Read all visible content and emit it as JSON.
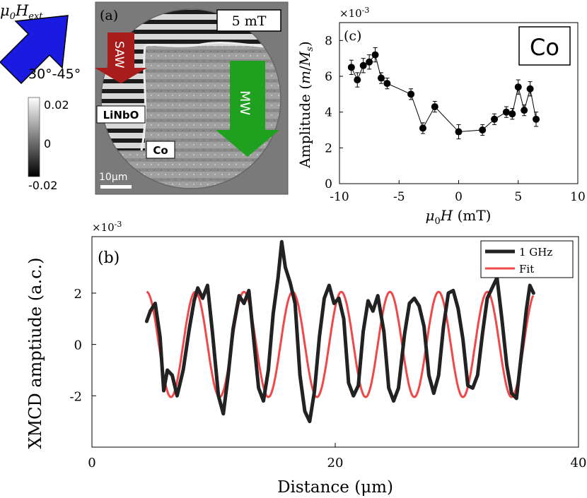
{
  "field_label": {
    "base": "μ",
    "sub0": "0",
    "H": "H",
    "sub_ext": "ext"
  },
  "angle_label": "30°-45°",
  "colorbar": {
    "max": "0.02",
    "mid": "0",
    "min": "-0.02"
  },
  "image_panel": {
    "label": "(a)",
    "field_value": "5 mT",
    "saw_label": "SAW",
    "mw_label": "MW",
    "substrate_label": "LiNbO",
    "film_label": "Co",
    "scalebar_label": "10μm"
  },
  "colors": {
    "field_arrow": "#1a1ae0",
    "saw_arrow": "#a81c1c",
    "mw_arrow": "#1fa01f",
    "panel_bg": "#7a7a7a",
    "fit_line": "#f04848",
    "data_line": "#222222"
  },
  "chart_data": [
    {
      "type": "scatter",
      "panel_label": "(c)",
      "material_label": "Co",
      "multiplier_label": "×10",
      "multiplier_exp": "-3",
      "xlabel": "μ0H (mT)",
      "ylabel": "Amplitude (m/Ms)",
      "xlim": [
        -10,
        10
      ],
      "ylim": [
        0,
        9
      ],
      "xticks": [
        "-10",
        "-5",
        "0",
        "5",
        "10"
      ],
      "yticks": [
        "0",
        "2",
        "4",
        "6",
        "8"
      ],
      "x": [
        -9,
        -8.5,
        -8,
        -7.5,
        -7,
        -6.5,
        -6,
        -4,
        -3,
        -2,
        0,
        2,
        3,
        4,
        4.5,
        5,
        5.5,
        6,
        6.5
      ],
      "y": [
        6.5,
        5.8,
        6.6,
        6.8,
        7.2,
        5.9,
        5.6,
        5.0,
        3.1,
        4.3,
        2.9,
        3.0,
        3.6,
        4.0,
        3.9,
        5.4,
        4.1,
        5.3,
        3.6
      ],
      "yerr": [
        0.4,
        0.4,
        0.4,
        0.4,
        0.4,
        0.3,
        0.3,
        0.3,
        0.3,
        0.3,
        0.4,
        0.3,
        0.3,
        0.3,
        0.3,
        0.4,
        0.3,
        0.4,
        0.4
      ]
    },
    {
      "type": "line",
      "panel_label": "(b)",
      "multiplier_label": "×10",
      "multiplier_exp": "-3",
      "xlabel": "Distance (μm)",
      "ylabel": "XMCD amptiude (a.c.)",
      "xlim": [
        0,
        40
      ],
      "ylim": [
        -4,
        4.2
      ],
      "xticks": [
        "0",
        "20",
        "40"
      ],
      "yticks": [
        "-2",
        "0",
        "2"
      ],
      "legend": {
        "position": "top-right",
        "entries": [
          "1 GHz",
          "Fit"
        ]
      },
      "series": [
        {
          "name": "1 GHz",
          "x": [
            4.5,
            4.8,
            5.2,
            5.6,
            5.9,
            6.2,
            6.6,
            7.0,
            7.5,
            8.0,
            8.4,
            8.7,
            9.1,
            9.5,
            9.9,
            10.4,
            10.8,
            11.2,
            11.6,
            12.1,
            12.5,
            12.9,
            13.3,
            13.7,
            14.1,
            14.5,
            14.9,
            15.3,
            15.6,
            15.9,
            16.3,
            16.7,
            17.1,
            17.5,
            17.9,
            18.3,
            18.7,
            19.1,
            19.5,
            19.9,
            20.3,
            20.7,
            21.1,
            21.5,
            21.9,
            22.3,
            22.7,
            23.1,
            23.5,
            24.0,
            24.4,
            24.8,
            25.2,
            25.7,
            26.1,
            26.5,
            26.9,
            27.3,
            27.7,
            28.1,
            28.5,
            28.9,
            29.3,
            29.7,
            30.1,
            30.5,
            30.9,
            31.3,
            31.7,
            32.1,
            32.5,
            32.9,
            33.3,
            33.7,
            34.1,
            34.5,
            34.9,
            35.3,
            35.7,
            36.0,
            36.3
          ],
          "y": [
            0.9,
            1.3,
            1.6,
            0.3,
            -1.8,
            -1.0,
            -1.2,
            -2.0,
            -1.0,
            0.6,
            1.7,
            2.2,
            1.8,
            2.3,
            0.5,
            -2.0,
            -2.7,
            -1.2,
            0.6,
            1.9,
            1.6,
            2.1,
            0.2,
            -1.7,
            -2.2,
            -1.0,
            1.2,
            2.6,
            4.0,
            3.0,
            2.4,
            1.6,
            -1.2,
            -2.6,
            -3.0,
            -1.8,
            0.3,
            1.8,
            2.3,
            1.6,
            1.8,
            1.0,
            -1.5,
            -2.0,
            -1.6,
            0.5,
            1.7,
            1.3,
            1.9,
            0.5,
            -1.7,
            -2.2,
            -1.7,
            0.4,
            1.6,
            1.8,
            1.5,
            0.7,
            -1.2,
            -1.9,
            -1.2,
            0.7,
            2.0,
            2.1,
            1.4,
            0.2,
            -1.6,
            -1.7,
            -1.2,
            0.4,
            1.8,
            2.2,
            2.6,
            1.0,
            -0.8,
            -1.9,
            -2.1,
            -0.4,
            1.3,
            2.3,
            2.0
          ]
        },
        {
          "name": "Fit",
          "amplitude": 2.05,
          "period": 4.0,
          "peak_x": 8.5,
          "x_range": [
            4.5,
            36.3
          ]
        }
      ]
    }
  ]
}
